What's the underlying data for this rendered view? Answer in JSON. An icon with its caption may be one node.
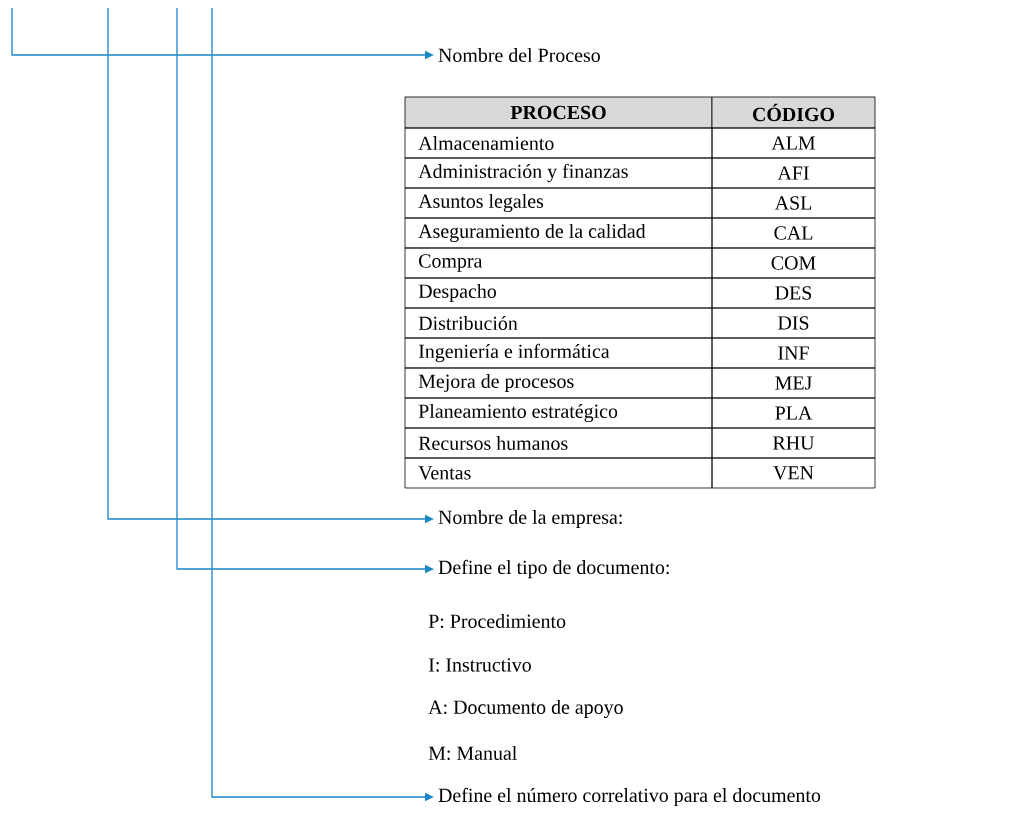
{
  "diagram": {
    "nodes": [
      {
        "text": [
          "Nombre del Proceso"
        ]
      },
      {
        "text": [
          "Nombre de la empresa:"
        ]
      },
      {
        "text": [
          "Define el tipo de documento:"
        ]
      },
      {
        "text": [
          "Define el número correlativo para el documento"
        ]
      }
    ],
    "edges": [
      {
        "from": null,
        "to": 0,
        "arrow": "to"
      },
      {
        "from": null,
        "to": 1,
        "arrow": "to"
      },
      {
        "from": null,
        "to": 2,
        "arrow": "to"
      },
      {
        "from": null,
        "to": 3,
        "arrow": "to"
      }
    ],
    "labels": [
      "PROCESO",
      "CÓDIGO",
      "Almacenamiento",
      "ALM",
      "Administración y finanzas",
      "AFI",
      "Asuntos legales",
      "ASL",
      "Aseguramiento de la calidad",
      "CAL",
      "Compra",
      "COM",
      "Despacho",
      "DES",
      "Distribución",
      "DIS",
      "Ingeniería e informática",
      "INF",
      "Mejora de procesos",
      "MEJ",
      "Planeamiento estratégico",
      "PLA",
      "Recursos humanos",
      "RHU",
      "Ventas",
      "VEN",
      "P: Procedimiento",
      "I: Instructivo",
      "A: Documento de apoyo",
      "M: Manual"
    ]
  }
}
